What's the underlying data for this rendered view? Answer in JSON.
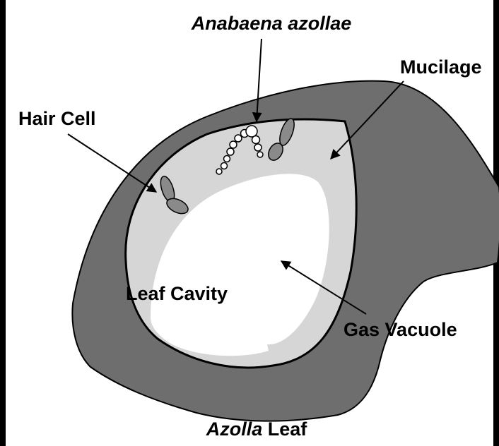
{
  "diagram": {
    "labels": {
      "anabaena": "Anabaena azollae",
      "mucilage": "Mucilage",
      "hair_cell": "Hair Cell",
      "leaf_cavity": "Leaf Cavity",
      "gas_vacuole": "Gas Vacuole",
      "caption_italic": "Azolla",
      "caption_rest": " Leaf"
    },
    "colors": {
      "leaf_tissue": "#6e6e6e",
      "mucilage": "#d6d6d6",
      "gas_vacuole": "#ffffff",
      "hair_cell": "#8a8a8a",
      "outline": "#000000"
    }
  }
}
